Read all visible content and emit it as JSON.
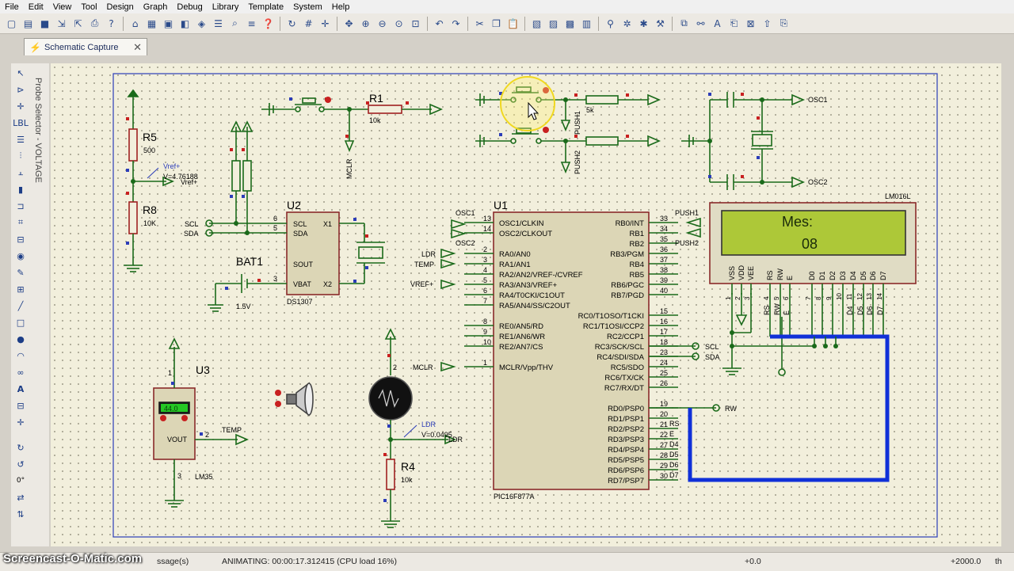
{
  "menu": [
    "File",
    "Edit",
    "View",
    "Tool",
    "Design",
    "Graph",
    "Debug",
    "Library",
    "Template",
    "System",
    "Help"
  ],
  "tab": {
    "label": "Schematic Capture"
  },
  "probe": {
    "label": "Probe Selector - VOLTAGE"
  },
  "angle": "0°",
  "status": {
    "messages": "ssage(s)",
    "animating": "ANIMATING: 00:00:17.312415 (CPU load 16%)",
    "coord_x": "+0.0",
    "coord_y": "+2000.0",
    "unit": "th"
  },
  "watermark": "Screencast-O-Matic.com",
  "schematic": {
    "r5": {
      "ref": "R5",
      "val": "500"
    },
    "r8": {
      "ref": "R8",
      "val": "10K"
    },
    "vref_probe": {
      "name": "Vref+",
      "reading": "V=4.76188",
      "term": "Vref+"
    },
    "r1": {
      "ref": "R1",
      "val": "10k"
    },
    "mclr": "MCLR",
    "push_r": "5k",
    "push1": "PUSH1",
    "push2": "PUSH2",
    "osc1": "OSC1",
    "osc2": "OSC2",
    "u2": {
      "ref": "U2",
      "part": "DS1307",
      "pins": {
        "scl": "SCL",
        "sda": "SDA",
        "x1": "X1",
        "x2": "X2",
        "sout": "SOUT",
        "vbat": "VBAT"
      },
      "pinnums": {
        "scl": "6",
        "sda": "5",
        "vbat": "3"
      },
      "ext": {
        "scl": "SCL",
        "sda": "SDA"
      }
    },
    "bat1": {
      "ref": "BAT1",
      "val": "1.5V"
    },
    "u3": {
      "ref": "U3",
      "part": "LM35",
      "display": "44.0",
      "vout": "VOUT",
      "pin1": "1",
      "pin2": "2",
      "pin3": "3",
      "net": "TEMP"
    },
    "ldr": {
      "name": "LDR",
      "reading": "V=0.0495",
      "term": "LDR",
      "pin": "2"
    },
    "r4": {
      "ref": "R4",
      "val": "10k"
    },
    "u1": {
      "ref": "U1",
      "part": "PIC16F877A",
      "left_pins": [
        [
          "13",
          "OSC1/CLKIN"
        ],
        [
          "14",
          "OSC2/CLKOUT"
        ],
        [
          "2",
          "RA0/AN0"
        ],
        [
          "3",
          "RA1/AN1"
        ],
        [
          "4",
          "RA2/AN2/VREF-/CVREF"
        ],
        [
          "5",
          "RA3/AN3/VREF+"
        ],
        [
          "6",
          "RA4/T0CKI/C1OUT"
        ],
        [
          "7",
          "RA5/AN4/SS/C2OUT"
        ],
        [
          "8",
          "RE0/AN5/RD"
        ],
        [
          "9",
          "RE1/AN6/WR"
        ],
        [
          "10",
          "RE2/AN7/CS"
        ],
        [
          "1",
          "MCLR/Vpp/THV"
        ]
      ],
      "right_pins": [
        [
          "33",
          "RB0/INT"
        ],
        [
          "34",
          "RB1"
        ],
        [
          "35",
          "RB2"
        ],
        [
          "36",
          "RB3/PGM"
        ],
        [
          "37",
          "RB4"
        ],
        [
          "38",
          "RB5"
        ],
        [
          "39",
          "RB6/PGC"
        ],
        [
          "40",
          "RB7/PGD"
        ],
        [
          "15",
          "RC0/T1OSO/T1CKI"
        ],
        [
          "16",
          "RC1/T1OSI/CCP2"
        ],
        [
          "17",
          "RC2/CCP1"
        ],
        [
          "18",
          "RC3/SCK/SCL"
        ],
        [
          "23",
          "RC4/SDI/SDA"
        ],
        [
          "24",
          "RC5/SDO"
        ],
        [
          "25",
          "RC6/TX/CK"
        ],
        [
          "26",
          "RC7/RX/DT"
        ],
        [
          "19",
          "RD0/PSP0"
        ],
        [
          "20",
          "RD1/PSP1"
        ],
        [
          "21",
          "RD2/PSP2"
        ],
        [
          "22",
          "RD3/PSP3"
        ],
        [
          "27",
          "RD4/PSP4"
        ],
        [
          "28",
          "RD5/PSP5"
        ],
        [
          "29",
          "RD6/PSP6"
        ],
        [
          "30",
          "RD7/PSP7"
        ]
      ],
      "left_nets": {
        "osc1": "OSC1",
        "osc2": "OSC2",
        "ldr": "LDR",
        "temp": "TEMP",
        "vref": "VREF+",
        "mclr": "MCLR"
      },
      "right_nets": {
        "push1": "PUSH1",
        "push2": "PUSH2",
        "scl": "SCL",
        "sda": "SDA",
        "rw": "RW",
        "rs": "RS",
        "e": "E",
        "d4": "D4",
        "d5": "D5",
        "d6": "D6",
        "d7": "D7"
      }
    },
    "lcd": {
      "part": "LM016L",
      "line1": "Mes:",
      "line2": "08",
      "pins": [
        "VSS",
        "VDD",
        "VEE",
        "RS",
        "RW",
        "E",
        "D0",
        "D1",
        "D2",
        "D3",
        "D4",
        "D5",
        "D6",
        "D7"
      ],
      "pin_nums": [
        "1",
        "2",
        "3",
        "4",
        "5",
        "6",
        "7",
        "8",
        "9",
        "10",
        "11",
        "12",
        "13",
        "14"
      ],
      "net_labels": [
        "RS",
        "RW",
        "E",
        "D4",
        "D5",
        "D6",
        "D7"
      ]
    }
  }
}
